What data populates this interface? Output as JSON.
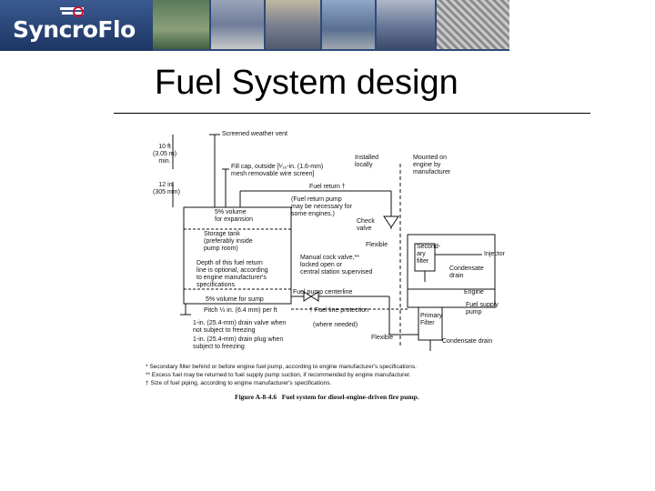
{
  "header": {
    "logo_text": "SyncroFlo",
    "brand_color": "#2f4a78"
  },
  "title": "Fuel System design",
  "diagram": {
    "labels": {
      "screened_vent": "Screened weather vent",
      "ten_ft": "10 ft\n(3.05 m)\nmin.",
      "fill_cap": "Fill cap, outside [¹⁄₁₆-in. (1.6-mm)\nmesh removable wire screen]",
      "twelve_in": "12 in.\n(305 mm)",
      "installed_locally": "Installed\nlocally",
      "mounted_on_engine": "Mounted on\nengine by\nmanufacturer",
      "fuel_return": "Fuel return †",
      "fuel_return_pump": "(Fuel return pump\nmay be necessary for\nsome engines.)",
      "five_pct_expansion": "5% volume\nfor expansion",
      "check_valve": "Check\nvalve",
      "storage_tank": "Storage tank\n(preferably inside\npump room)",
      "flexible_top": "Flexible",
      "secondary_filter": "Second-\nary\nfilter",
      "injector": "Injector",
      "condensate_drain_top": "Condensate\ndrain",
      "manual_cock": "Manual cock valve,**\nlocked open or\ncentral station supervised",
      "depth_return": "Depth of this fuel return\nline is optional, according\nto engine manufacturer's\nspecifications",
      "engine": "Engine",
      "fuel_pump_centerline": "Fuel pump centerline",
      "five_pct_sump": "5% volume for sump",
      "fuel_supply_pump": "Fuel supply\npump",
      "pitch": "Pitch ¼ in. (6.4 mm) per ft",
      "fuel_line_protection": "† Fuel line protection",
      "where_needed": "(where needed)",
      "primary_filter": "Primary\nFilter",
      "drain_valve": "1-in. (25.4-mm) drain valve when\nnot subject to freezing",
      "drain_plug": "1-in. (25.4-mm) drain plug when\nsubject to freezing",
      "flexible_bottom": "Flexible",
      "condensate_drain_bottom": "Condensate drain"
    },
    "notes": [
      "* Secondary filter behind or before engine fuel pump, according to engine manufacturer's specifications.",
      "** Excess fuel may be returned to fuel supply pump suction, if recommended by engine manufacturer.",
      "† Size of fuel piping, according to engine manufacturer's specifications."
    ],
    "caption": "Figure A-8-4.6   Fuel system for diesel-engine-driven fire pump."
  }
}
